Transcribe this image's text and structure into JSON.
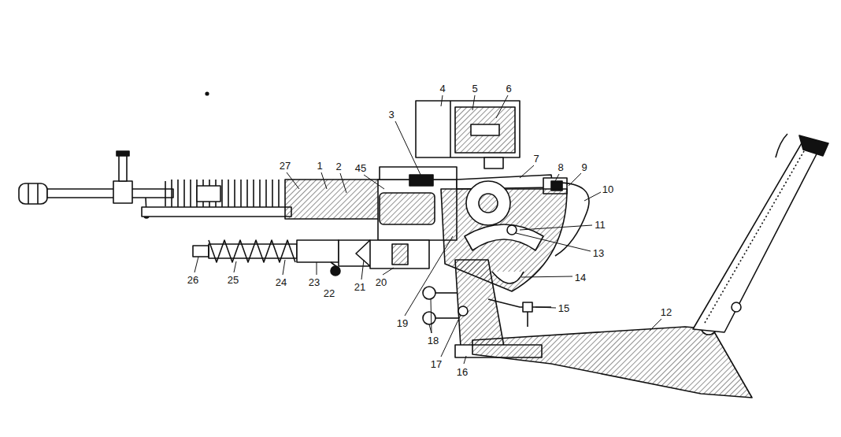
{
  "diagram": {
    "labels": [
      "4",
      "5",
      "6",
      "3",
      "27",
      "1",
      "2",
      "45",
      "7",
      "8",
      "9",
      "10",
      "11",
      "13",
      "14",
      "15",
      "12",
      "18",
      "17",
      "16",
      "19",
      "20",
      "21",
      "22",
      "23",
      "24",
      "25",
      "26"
    ]
  }
}
